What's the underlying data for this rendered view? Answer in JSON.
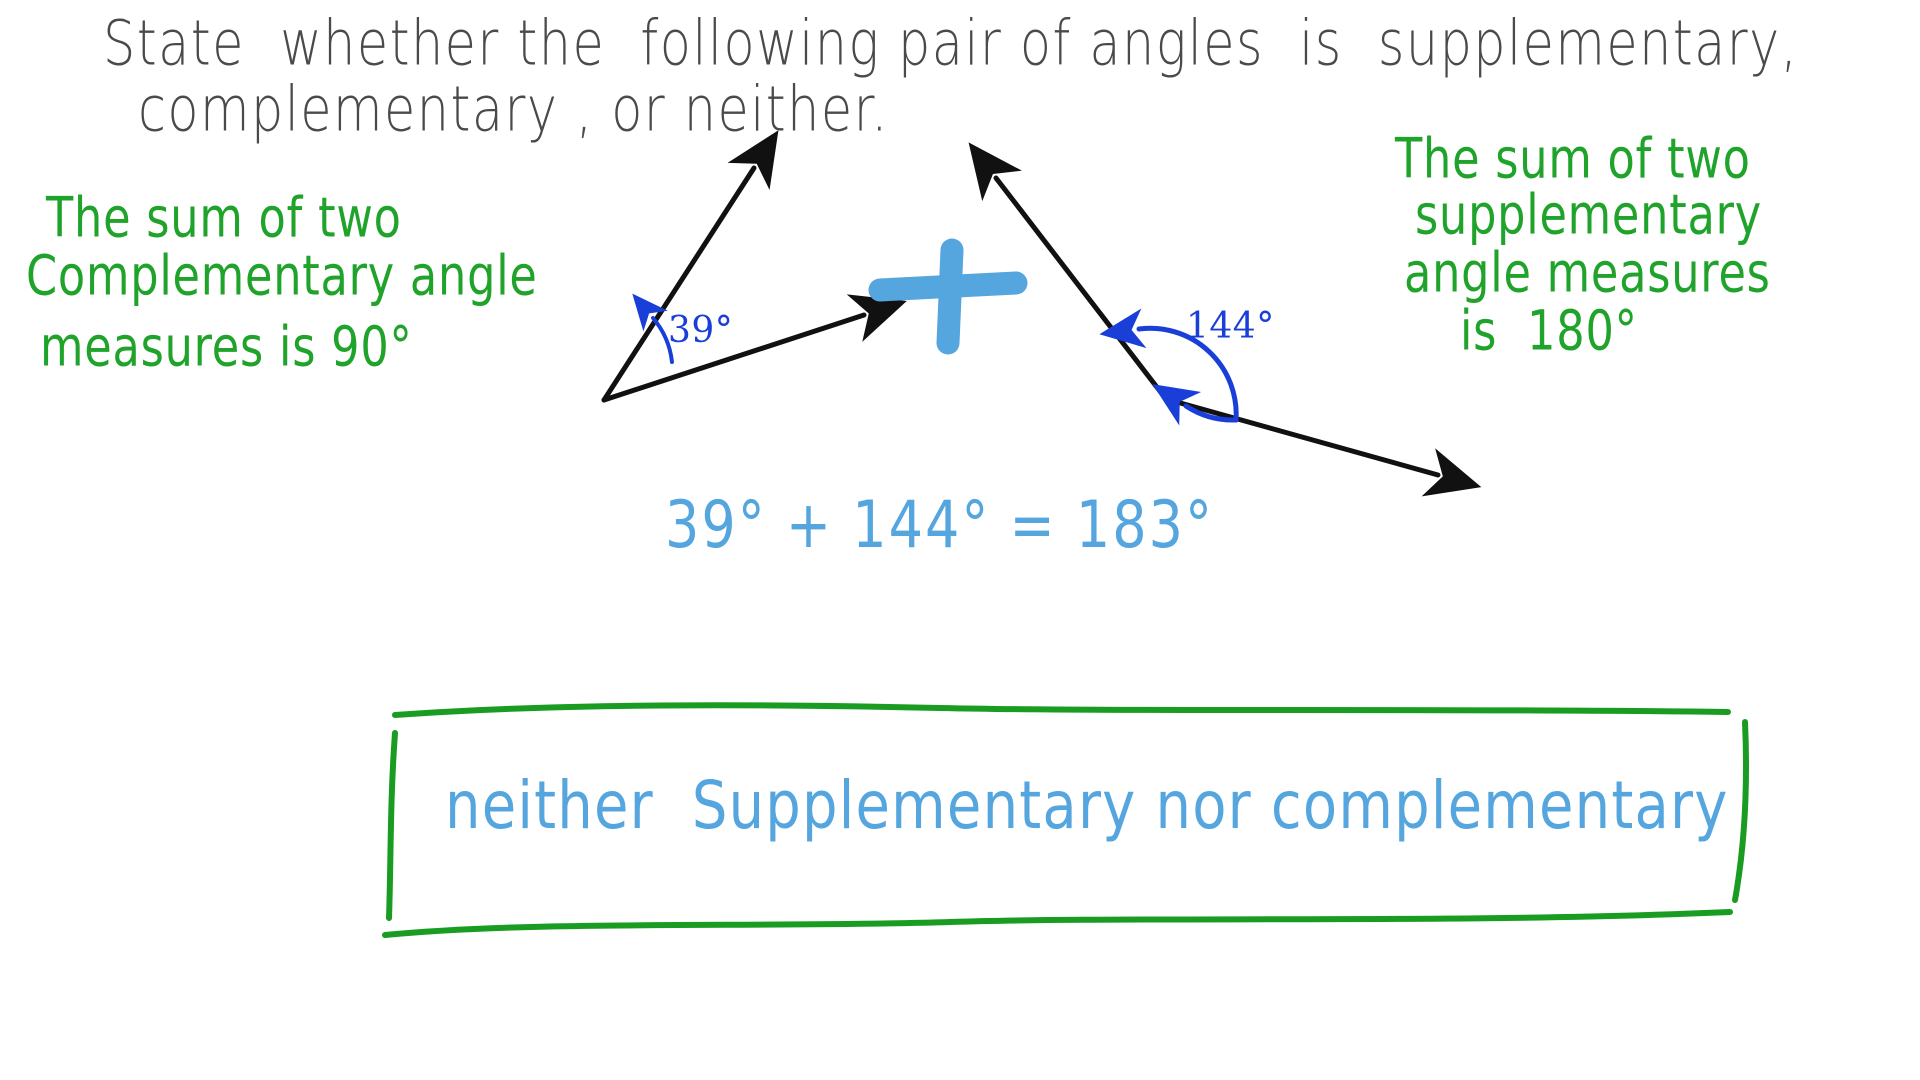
{
  "board": {
    "background_color": "#ffffff",
    "ink_colors": {
      "prompt": "#4a4a4a",
      "green_note": "#1fa32a",
      "blue_work": "#55a5de",
      "angle_label": "#1a3fd8",
      "diagram_stroke": "#111111"
    }
  },
  "prompt": {
    "line1": "State  whether the  following pair of angles  is  supplementary,",
    "line2": "complementary , or neither."
  },
  "notes": {
    "left": {
      "line1": "The sum of two",
      "line2": "Complementary angle",
      "line3": "measures is 90°"
    },
    "right": {
      "line1": "The sum of two",
      "line2": "supplementary",
      "line3": "angle measures",
      "line4": "is  180°"
    }
  },
  "diagram": {
    "plus_sign": "+",
    "angle1_label": "39°",
    "angle2_label": "144°"
  },
  "work": {
    "equation": "39° + 144° = 183°",
    "equation_parts": {
      "term1": "39°",
      "operator": "+",
      "term2": "144°",
      "equals": "=",
      "result": "183°"
    }
  },
  "answer": {
    "text": "neither  Supplementary nor complementary"
  }
}
